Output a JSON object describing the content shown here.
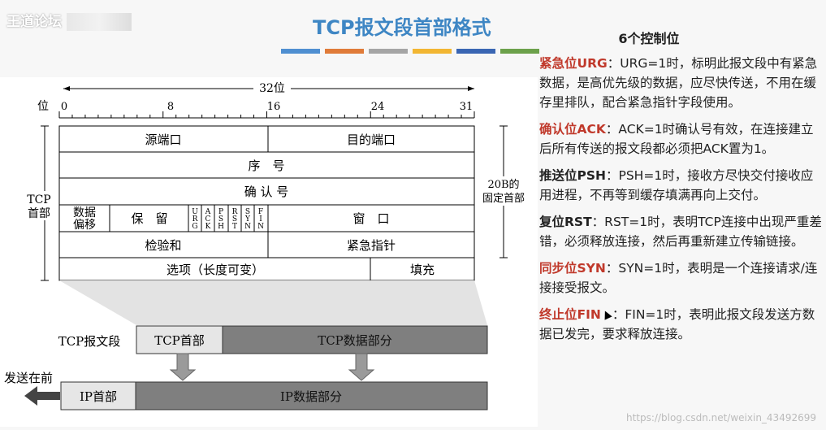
{
  "watermark": "王道论坛",
  "title": "TCP报文段首部格式",
  "stripe_colors": [
    "#4f8fd1",
    "#e07b39",
    "#a5a5a5",
    "#f2b632",
    "#3a66b3",
    "#6ca14b"
  ],
  "diagram": {
    "bits_label": "32位",
    "bit_label": "位",
    "ticks": [
      "0",
      "8",
      "16",
      "24",
      "31"
    ],
    "tcp_header_label_1": "TCP",
    "tcp_header_label_2": "首部",
    "fixed_label_1": "20B的",
    "fixed_label_2": "固定首部",
    "src_port": "源端口",
    "dst_port": "目的端口",
    "seq": "序　号",
    "ack": "确 认 号",
    "offset_1": "数据",
    "offset_2": "偏移",
    "reserved": "保　留",
    "flags": [
      "U R G",
      "A C K",
      "P S H",
      "R S T",
      "S Y N",
      "F I N"
    ],
    "window": "窗　口",
    "checksum": "检验和",
    "urgent_ptr": "紧急指针",
    "options": "选项（长度可变）",
    "padding": "填充",
    "tcp_segment": "TCP报文段",
    "tcp_hdr": "TCP首部",
    "tcp_data": "TCP数据部分",
    "send_first": "发送在前",
    "ip_hdr": "IP首部",
    "ip_data": "IP数据部分"
  },
  "right": {
    "section_title": "6个控制位",
    "items": [
      {
        "key": "紧急位URG",
        "text": "：URG=1时，标明此报文段中有紧急数据，是高优先级的数据，应尽快传送，不用在缓存里排队，配合紧急指针字段使用。"
      },
      {
        "key": "确认位ACK",
        "text": "：ACK=1时确认号有效，在连接建立后所有传送的报文段都必须把ACK置为1。"
      },
      {
        "key": "推送位PSH",
        "text": "：PSH=1时，接收方尽快交付接收应用进程，不再等到缓存填满再向上交付。"
      },
      {
        "key": "复位RST",
        "text": "：RST=1时，表明TCP连接中出现严重差错，必须释放连接，然后再重新建立传输链接。"
      },
      {
        "key": "同步位SYN",
        "text": "：SYN=1时，表明是一个连接请求/连接接受报文。"
      },
      {
        "key": "终止位FIN",
        "text": "：FIN=1时，表明此报文段发送方数据已发完，要求释放连接。"
      }
    ]
  },
  "credit": "https://blog.csdn.net/weixin_43492699"
}
